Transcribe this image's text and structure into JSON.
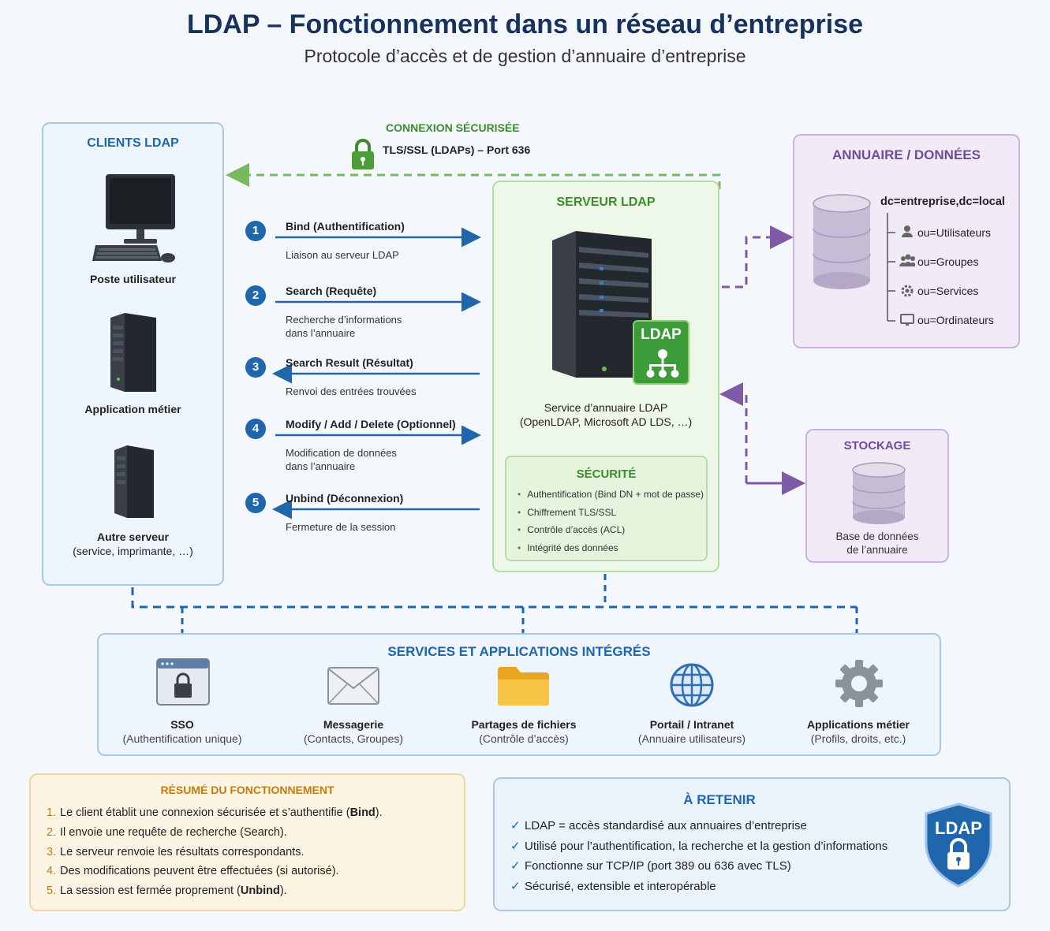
{
  "header": {
    "title": "LDAP – Fonctionnement dans un réseau d’entreprise",
    "subtitle": "Protocole d’accès et de gestion d’annuaire d’entreprise"
  },
  "clients": {
    "title": "CLIENTS LDAP",
    "items": [
      {
        "name": "Poste utilisateur",
        "detail": ""
      },
      {
        "name": "Application métier",
        "detail": ""
      },
      {
        "name": "Autre serveur",
        "detail": "(service, imprimante, …)"
      }
    ]
  },
  "connexion": {
    "title": "CONNEXION SÉCURISÉE",
    "detail": "TLS/SSL (LDAPs) – Port 636"
  },
  "steps": [
    {
      "num": "1",
      "title": "Bind (Authentification)",
      "desc": "Liaison au serveur LDAP",
      "direction": "to-server"
    },
    {
      "num": "2",
      "title": "Search (Requête)",
      "desc": "Recherche d’informations\ndans l’annuaire",
      "direction": "to-server"
    },
    {
      "num": "3",
      "title": "Search Result (Résultat)",
      "desc": "Renvoi des entrées trouvées",
      "direction": "to-client"
    },
    {
      "num": "4",
      "title": "Modify / Add / Delete (Optionnel)",
      "desc": "Modification de données\ndans l’annuaire",
      "direction": "to-server"
    },
    {
      "num": "5",
      "title": "Unbind (Déconnexion)",
      "desc": "Fermeture de la session",
      "direction": "to-client"
    }
  ],
  "server": {
    "title": "SERVEUR LDAP",
    "badge": "LDAP",
    "caption_line1": "Service d’annuaire LDAP",
    "caption_line2": "(OpenLDAP, Microsoft AD LDS, …)",
    "security": {
      "title": "SÉCURITÉ",
      "items": [
        "Authentification (Bind DN + mot de passe)",
        "Chiffrement TLS/SSL",
        "Contrôle d’accès (ACL)",
        "Intégrité des données"
      ]
    }
  },
  "annuaire": {
    "title": "ANNUAIRE / DONNÉES",
    "root": "dc=entreprise,dc=local",
    "ous": [
      {
        "label": "ou=Utilisateurs",
        "icon": "user-icon"
      },
      {
        "label": "ou=Groupes",
        "icon": "group-icon"
      },
      {
        "label": "ou=Services",
        "icon": "gear-icon"
      },
      {
        "label": "ou=Ordinateurs",
        "icon": "monitor-icon"
      }
    ]
  },
  "stockage": {
    "title": "STOCKAGE",
    "line1": "Base de données",
    "line2": "de l’annuaire"
  },
  "services": {
    "title": "SERVICES ET APPLICATIONS INTÉGRÉS",
    "items": [
      {
        "name": "SSO",
        "detail": "(Authentification unique)",
        "icon": "lock-window-icon"
      },
      {
        "name": "Messagerie",
        "detail": "(Contacts, Groupes)",
        "icon": "envelope-icon"
      },
      {
        "name": "Partages de fichiers",
        "detail": "(Contrôle d’accès)",
        "icon": "folder-icon"
      },
      {
        "name": "Portail / Intranet",
        "detail": "(Annuaire utilisateurs)",
        "icon": "globe-icon"
      },
      {
        "name": "Applications métier",
        "detail": "(Profils, droits, etc.)",
        "icon": "gear-icon"
      }
    ]
  },
  "resume": {
    "title": "RÉSUMÉ DU FONCTIONNEMENT",
    "items": [
      {
        "num": "1.",
        "before": "Le client établit une connexion sécurisée et s’authentifie (",
        "bold": "Bind",
        "after": ")."
      },
      {
        "num": "2.",
        "before": "Il envoie une requête de recherche (Search).",
        "bold": "",
        "after": ""
      },
      {
        "num": "3.",
        "before": "Le serveur renvoie les résultats correspondants.",
        "bold": "",
        "after": ""
      },
      {
        "num": "4.",
        "before": "Des modifications peuvent être effectuées (si autorisé).",
        "bold": "",
        "after": ""
      },
      {
        "num": "5.",
        "before": "La session est fermée proprement (",
        "bold": "Unbind",
        "after": ")."
      }
    ]
  },
  "retenir": {
    "title": "À RETENIR",
    "badge": "LDAP",
    "items": [
      "LDAP = accès standardisé aux annuaires d’entreprise",
      "Utilisé pour l’authentification, la recherche et la gestion d’informations",
      "Fonctionne sur TCP/IP (port 389 ou 636 avec TLS)",
      "Sécurisé, extensible et interopérable"
    ]
  },
  "colors": {
    "blue": "#1f66ad",
    "green": "#3d8b2e",
    "purple": "#6e4d96",
    "orange": "#c47a12"
  }
}
